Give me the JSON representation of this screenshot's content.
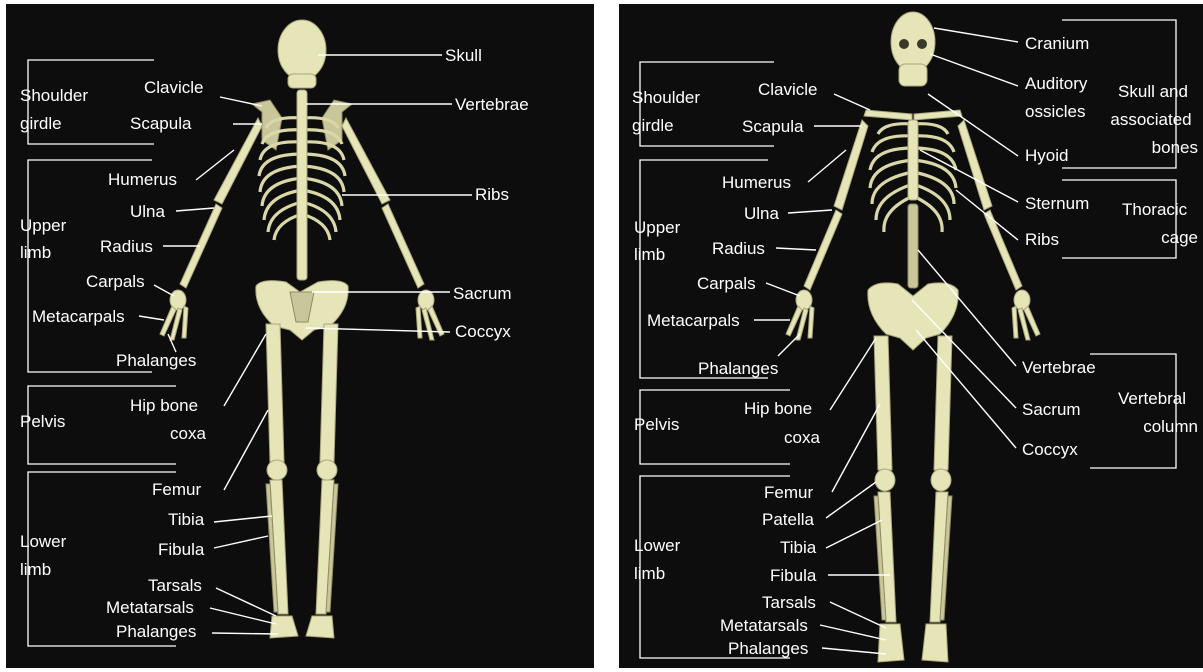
{
  "colors": {
    "panel_bg": "#0d0d0d",
    "bone": "#e6e5b8",
    "text": "#ffffff"
  },
  "left": {
    "skull": "Skull",
    "clavicle": "Clavicle",
    "vertebrae": "Vertebrae",
    "scapula": "Scapula",
    "shoulder_girdle_1": "Shoulder",
    "shoulder_girdle_2": "girdle",
    "humerus": "Humerus",
    "ribs": "Ribs",
    "ulna": "Ulna",
    "upper_limb_1": "Upper",
    "upper_limb_2": "limb",
    "radius": "Radius",
    "carpals": "Carpals",
    "sacrum": "Sacrum",
    "metacarpals": "Metacarpals",
    "coccyx": "Coccyx",
    "phalanges_hand": "Phalanges",
    "hip_bone": "Hip bone",
    "pelvis": "Pelvis",
    "coxa": "coxa",
    "femur": "Femur",
    "tibia": "Tibia",
    "lower_limb_1": "Lower",
    "lower_limb_2": "limb",
    "fibula": "Fibula",
    "tarsals": "Tarsals",
    "metatarsals": "Metatarsals",
    "phalanges_foot": "Phalanges"
  },
  "right": {
    "cranium": "Cranium",
    "clavicle": "Clavicle",
    "auditory_1": "Auditory",
    "auditory_2": "ossicles",
    "skull_assoc_1": "Skull and",
    "skull_assoc_2": "associated",
    "skull_assoc_3": "bones",
    "shoulder_girdle_1": "Shoulder",
    "shoulder_girdle_2": "girdle",
    "scapula": "Scapula",
    "hyoid": "Hyoid",
    "humerus": "Humerus",
    "sternum": "Sternum",
    "thoracic_1": "Thoracic",
    "thoracic_2": "cage",
    "ulna": "Ulna",
    "upper_limb_1": "Upper",
    "upper_limb_2": "limb",
    "ribs": "Ribs",
    "radius": "Radius",
    "carpals": "Carpals",
    "metacarpals": "Metacarpals",
    "vertebrae": "Vertebrae",
    "phalanges_hand": "Phalanges",
    "vertebral_1": "Vertebral",
    "vertebral_2": "column",
    "hip_bone": "Hip bone",
    "sacrum": "Sacrum",
    "pelvis": "Pelvis",
    "coxa": "coxa",
    "coccyx": "Coccyx",
    "femur": "Femur",
    "patella": "Patella",
    "tibia": "Tibia",
    "lower_limb_1": "Lower",
    "lower_limb_2": "limb",
    "fibula": "Fibula",
    "tarsals": "Tarsals",
    "metatarsals": "Metatarsals",
    "phalanges_foot": "Phalanges"
  }
}
